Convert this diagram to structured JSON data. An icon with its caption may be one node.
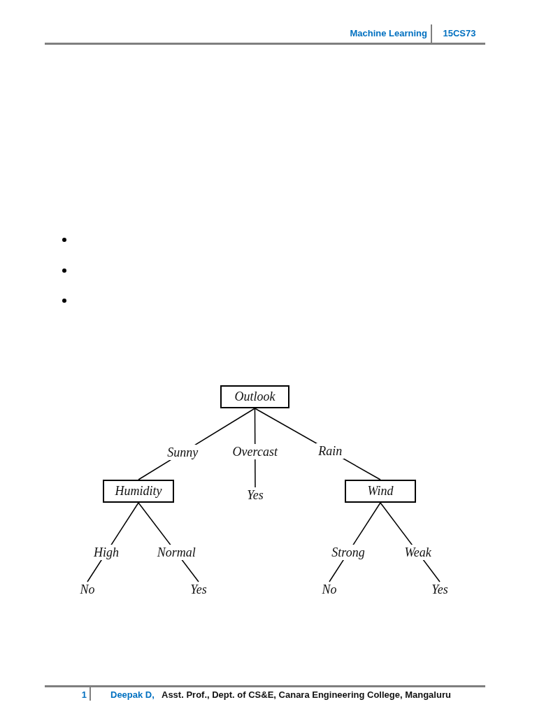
{
  "diagram": {
    "nodes": [
      {
        "text": [
          "Outlook"
        ]
      },
      {
        "text": [
          "Humidity"
        ]
      },
      {
        "text": [
          "Yes"
        ]
      },
      {
        "text": [
          "Wind"
        ]
      },
      {
        "text": [
          "No"
        ]
      },
      {
        "text": [
          "Yes"
        ]
      },
      {
        "text": [
          "No"
        ]
      },
      {
        "text": [
          "Yes"
        ]
      }
    ],
    "edges": [
      {
        "from": 0,
        "to": 1,
        "arrow": "none",
        "label": "Sunny"
      },
      {
        "from": 0,
        "to": 2,
        "arrow": "none",
        "label": "Overcast"
      },
      {
        "from": 0,
        "to": 3,
        "arrow": "none",
        "label": "Rain"
      },
      {
        "from": 1,
        "to": 4,
        "arrow": "none",
        "label": "High"
      },
      {
        "from": 1,
        "to": 5,
        "arrow": "none",
        "label": "Normal"
      },
      {
        "from": 3,
        "to": 6,
        "arrow": "none",
        "label": "Strong"
      },
      {
        "from": 3,
        "to": 7,
        "arrow": "none",
        "label": "Weak"
      }
    ],
    "labels": [
      "Machine Learning",
      "15CS73",
      "1",
      "Deepak D,",
      "Asst. Prof., Dept. of CS&E, Canara Engineering College, Mangaluru"
    ]
  }
}
